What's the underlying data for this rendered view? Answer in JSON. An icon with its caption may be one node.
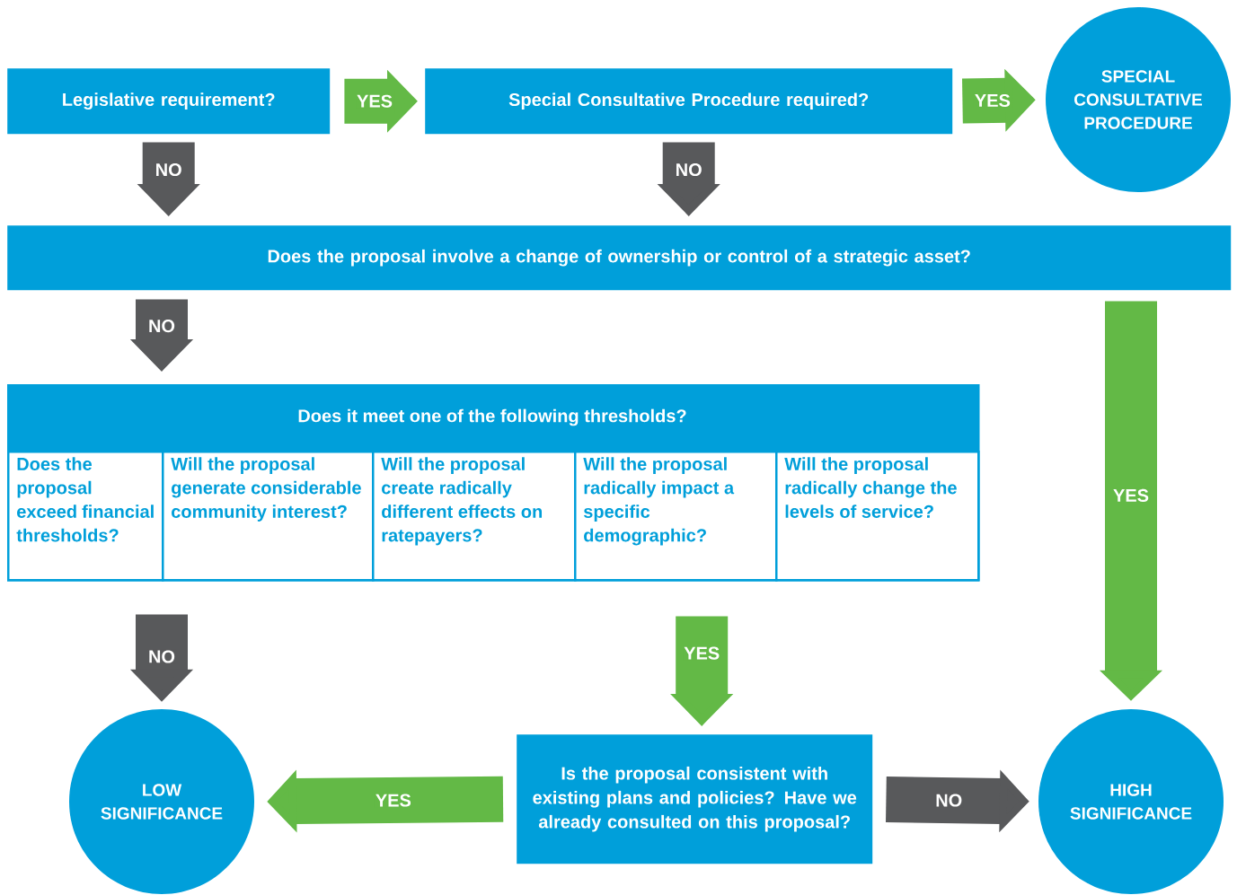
{
  "diagram": {
    "nodes": [
      {
        "text": [
          "Legislative requirement?"
        ]
      },
      {
        "text": [
          "Special Consultative Procedure required?"
        ]
      },
      {
        "text": [
          "SPECIAL CONSULTATIVE PROCEDURE"
        ]
      },
      {
        "text": [
          "Does the proposal involve a change of ownership or control of a strategic asset?"
        ]
      },
      {
        "text": [
          "Does it meet one of the following thresholds?"
        ]
      },
      {
        "text": [
          "Does the proposal exceed financial thresholds?"
        ],
        "in": 4
      },
      {
        "text": [
          "Will the proposal generate considerable community interest?"
        ],
        "in": 4
      },
      {
        "text": [
          "Will the proposal create radically different effects on ratepayers?"
        ],
        "in": 4
      },
      {
        "text": [
          "Will the proposal radically impact a specific demographic?"
        ],
        "in": 4
      },
      {
        "text": [
          "Will the proposal radically change the levels of service?"
        ],
        "in": 4
      },
      {
        "text": [
          "Is the proposal consistent with existing plans and policies? Have we already consulted on this proposal?"
        ]
      },
      {
        "text": [
          "LOW SIGNIFICANCE"
        ]
      },
      {
        "text": [
          "HIGH SIGNIFICANCE"
        ]
      }
    ],
    "edges": [
      {
        "from": 0,
        "to": 1,
        "arrow": "to",
        "label": "YES"
      },
      {
        "from": 1,
        "to": 2,
        "arrow": "to",
        "label": "YES"
      },
      {
        "from": 0,
        "to": 3,
        "arrow": "to",
        "label": "NO",
        "color": "#58595b"
      },
      {
        "from": 1,
        "to": 3,
        "arrow": "to",
        "label": "NO",
        "color": "#58595b"
      },
      {
        "from": 3,
        "to": 4,
        "arrow": "to",
        "label": "NO",
        "color": "#58595b"
      },
      {
        "from": 3,
        "to": 12,
        "arrow": "to",
        "label": "YES"
      },
      {
        "from": 4,
        "to": 11,
        "arrow": "to",
        "label": "NO",
        "color": "#58595b"
      },
      {
        "from": 4,
        "to": 10,
        "arrow": "to",
        "label": "YES"
      },
      {
        "from": 10,
        "to": 11,
        "arrow": "to",
        "label": "YES"
      },
      {
        "from": 10,
        "to": 12,
        "arrow": "to",
        "label": "NO",
        "color": "#58595b"
      }
    ]
  }
}
